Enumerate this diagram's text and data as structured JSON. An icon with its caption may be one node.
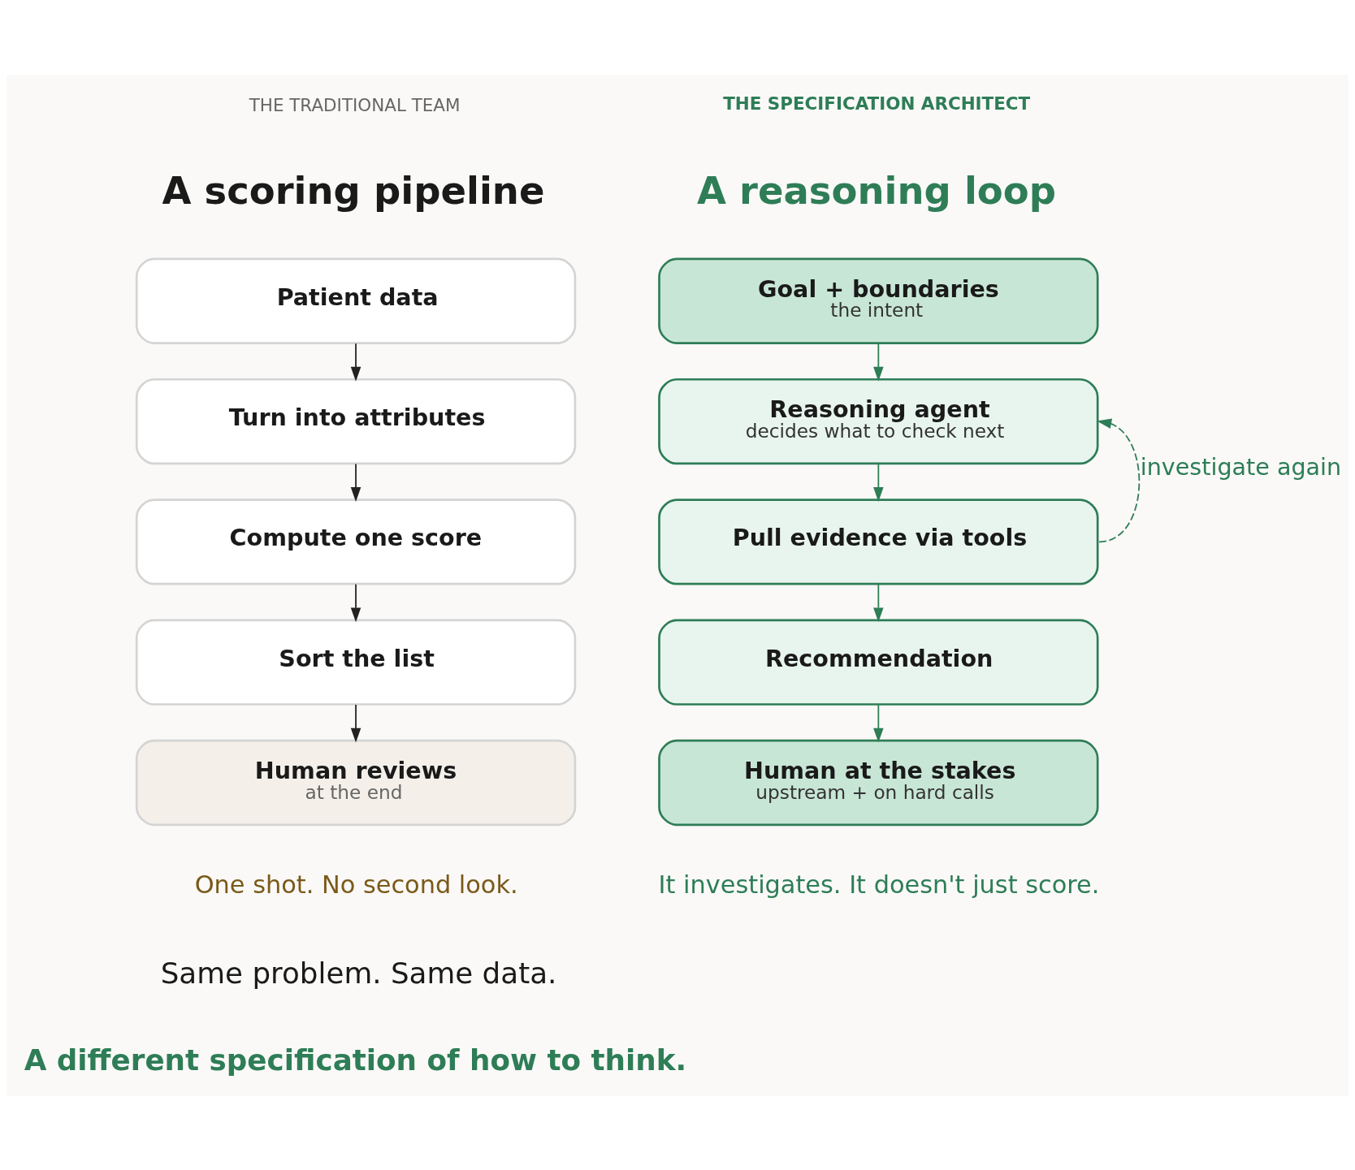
{
  "diagram": {
    "nodes": [
      {
        "text": [
          "Patient data"
        ]
      },
      {
        "text": [
          "Turn into attributes"
        ]
      },
      {
        "text": [
          "Compute one score"
        ]
      },
      {
        "text": [
          "Sort the list"
        ]
      },
      {
        "text": [
          "Human reviews",
          "at the end"
        ]
      },
      {
        "text": [
          "Goal + boundaries",
          "the intent"
        ]
      },
      {
        "text": [
          "Reasoning agent",
          "decides what to check next"
        ]
      },
      {
        "text": [
          "Pull evidence via tools"
        ]
      },
      {
        "text": [
          "Recommendation"
        ]
      },
      {
        "text": [
          "Human at the stakes",
          "upstream + on hard calls"
        ]
      }
    ],
    "edges": [
      {
        "from": 0,
        "to": 1,
        "arrow": "to",
        "color": "#222222"
      },
      {
        "from": 1,
        "to": 2,
        "arrow": "to",
        "color": "#222222"
      },
      {
        "from": 2,
        "to": 3,
        "arrow": "to",
        "color": "#222222"
      },
      {
        "from": 3,
        "to": 4,
        "arrow": "to",
        "color": "#222222"
      },
      {
        "from": 5,
        "to": 6,
        "arrow": "to"
      },
      {
        "from": 6,
        "to": 7,
        "arrow": "to"
      },
      {
        "from": 7,
        "to": 6,
        "arrow": "to",
        "style": "dashed",
        "label": "investigate again"
      },
      {
        "from": 7,
        "to": 8,
        "arrow": "to"
      },
      {
        "from": 8,
        "to": 9,
        "arrow": "to"
      }
    ],
    "labels": [
      "THE TRADITIONAL TEAM",
      "THE SPECIFICATION ARCHITECT",
      "A scoring pipeline",
      "A reasoning loop",
      "One shot. No second look.",
      "It investigates. It doesn't just score.",
      "Same problem. Same data.",
      "A different specification of how to think."
    ]
  }
}
